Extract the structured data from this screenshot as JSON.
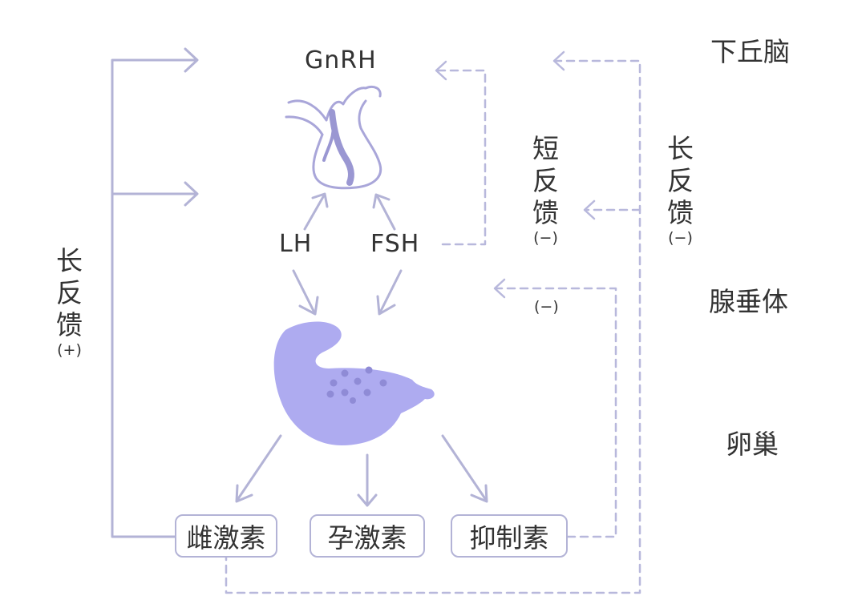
{
  "labels": {
    "gnrh": "GnRH",
    "lh": "LH",
    "fsh": "FSH"
  },
  "regions": {
    "hypothalamus": "下丘脑",
    "pituitary": "腺垂体",
    "ovary": "卵巢"
  },
  "feedback": {
    "left_long": {
      "chars": [
        "长",
        "反",
        "馈"
      ],
      "sign": "(+)"
    },
    "short": {
      "chars": [
        "短",
        "反",
        "馈"
      ],
      "sign": "(−)"
    },
    "right_long": {
      "chars": [
        "长",
        "反",
        "馈"
      ],
      "sign": "(−)"
    },
    "inhibin_sign": "(−)"
  },
  "hormones": {
    "estrogen": "雌激素",
    "progesterone": "孕激素",
    "inhibin": "抑制素"
  },
  "colors": {
    "solid_line": "#b3b3d6",
    "dashed_line": "#b8b8dc",
    "ovary_fill": "#aeabf0",
    "ovary_dots": "#8f8bd6",
    "gland_stroke": "#a9a6d9",
    "text": "#333333"
  }
}
